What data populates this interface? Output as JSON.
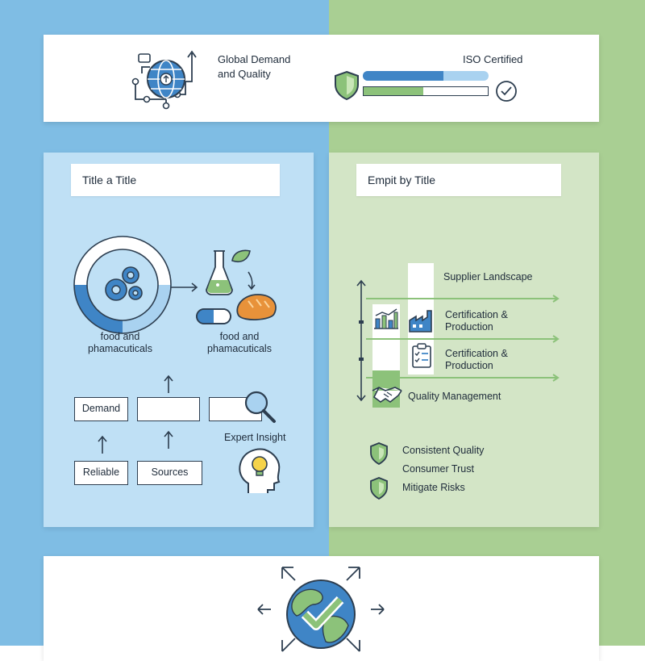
{
  "header": {
    "global_label_line1": "Global Demand",
    "global_label_line2": "and Quality",
    "iso_label": "ISO Certified",
    "progress_top": 0.64,
    "progress_bottom": 0.48
  },
  "left_panel": {
    "title": "Title a Title",
    "caption_left_line1": "food and",
    "caption_left_line2": "phamacuticals",
    "caption_right_line1": "food and",
    "caption_right_line2": "phamacuticals",
    "box_demand": "Demand",
    "box_reliable": "Reliable",
    "box_sources": "Sources",
    "expert_label": "Expert Insight"
  },
  "right_panel": {
    "title": "Empit by Title",
    "supplier_label": "Supplier Landscape",
    "cert1_line1": "Certification &",
    "cert1_line2": "Production",
    "cert2_line1": "Certification &",
    "cert2_line2": "Production",
    "quality_mgmt": "Quality Management",
    "benefits": [
      "Consistent Quality",
      "Consumer Trust",
      "Mitigate Risks"
    ]
  },
  "colors": {
    "left_bg": "#7fbde4",
    "right_bg": "#a9cf93",
    "blue_accent": "#3f85c6",
    "green_accent": "#8cc27a",
    "outline": "#2d3e50"
  },
  "icons": [
    "globe-icon",
    "shield-icon",
    "checkmark-circle-icon",
    "gear-cycle-icon",
    "flask-icon",
    "leaf-icon",
    "pill-icon",
    "bread-icon",
    "magnifier-icon",
    "head-lightbulb-icon",
    "bar-chart-icon",
    "factory-icon",
    "checklist-icon",
    "handshake-icon",
    "globe-check-icon"
  ]
}
